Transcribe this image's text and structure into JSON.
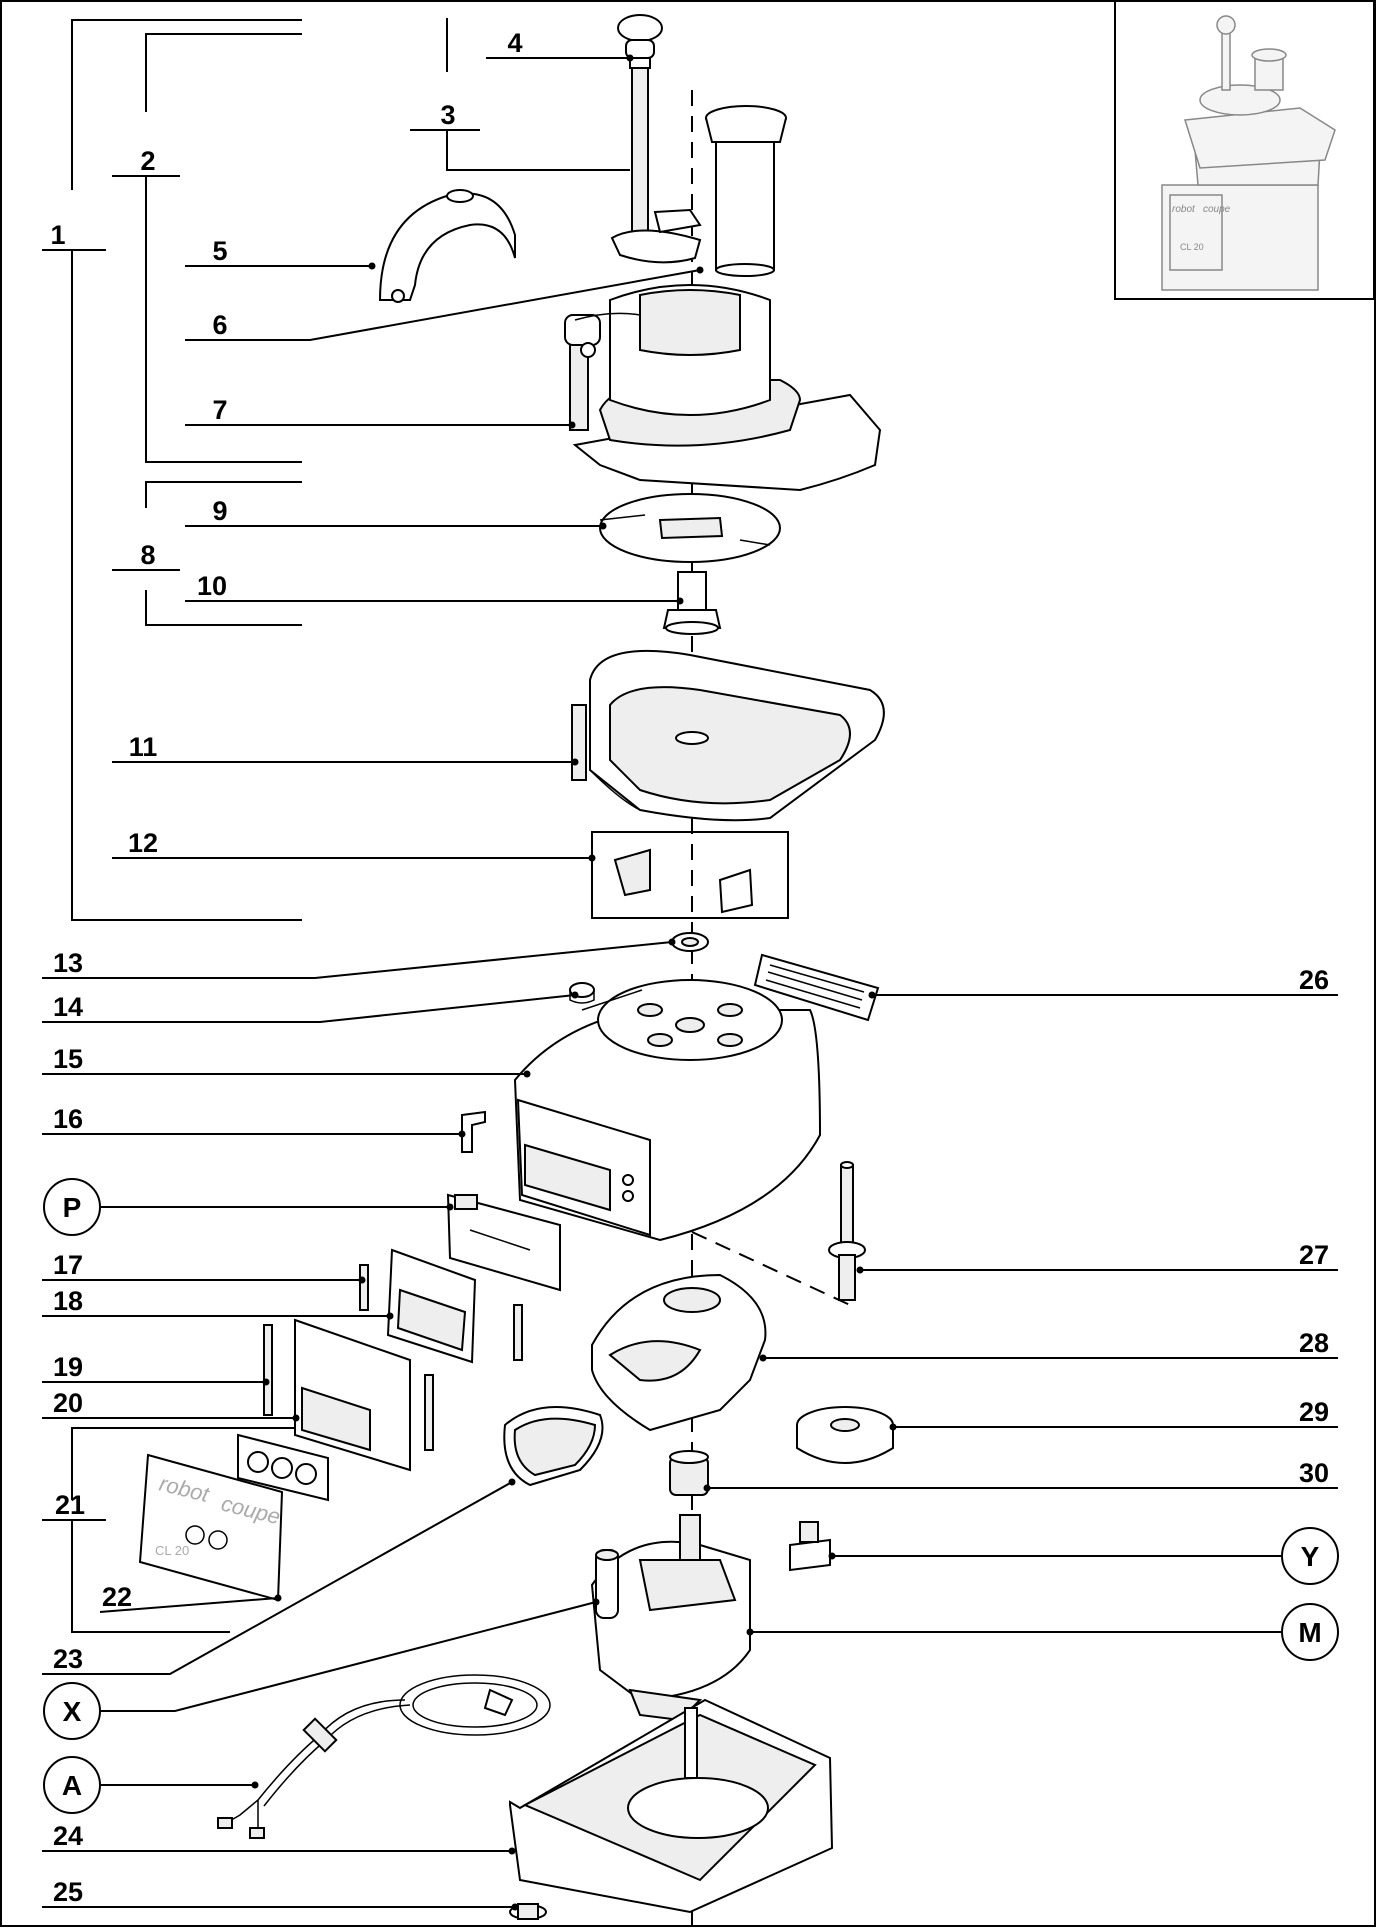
{
  "labels": {
    "n1": "1",
    "n2": "2",
    "n3": "3",
    "n4": "4",
    "n5": "5",
    "n6": "6",
    "n7": "7",
    "n8": "8",
    "n9": "9",
    "n10": "10",
    "n11": "11",
    "n12": "12",
    "n13": "13",
    "n14": "14",
    "n15": "15",
    "n16": "16",
    "n17": "17",
    "n18": "18",
    "n19": "19",
    "n20": "20",
    "n21": "21",
    "n22": "22",
    "n23": "23",
    "n24": "24",
    "n25": "25",
    "n26": "26",
    "n27": "27",
    "n28": "28",
    "n29": "29",
    "n30": "30",
    "p": "P",
    "x": "X",
    "a": "A",
    "y": "Y",
    "m": "M"
  },
  "branding": {
    "brand_left": "robot",
    "brand_right": "coupe",
    "model": "CL 20"
  }
}
